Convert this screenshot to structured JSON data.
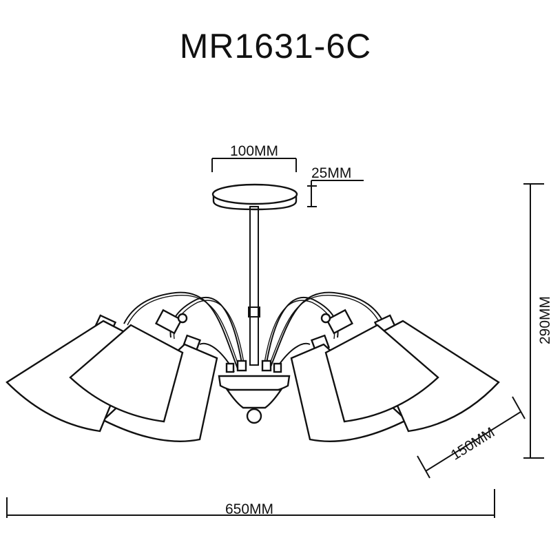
{
  "title": "MR1631-6C",
  "dimensions": {
    "canopy_width": "100MM",
    "canopy_height": "25MM",
    "total_height": "290MM",
    "shade_size": "150MM",
    "total_width": "650MM"
  }
}
